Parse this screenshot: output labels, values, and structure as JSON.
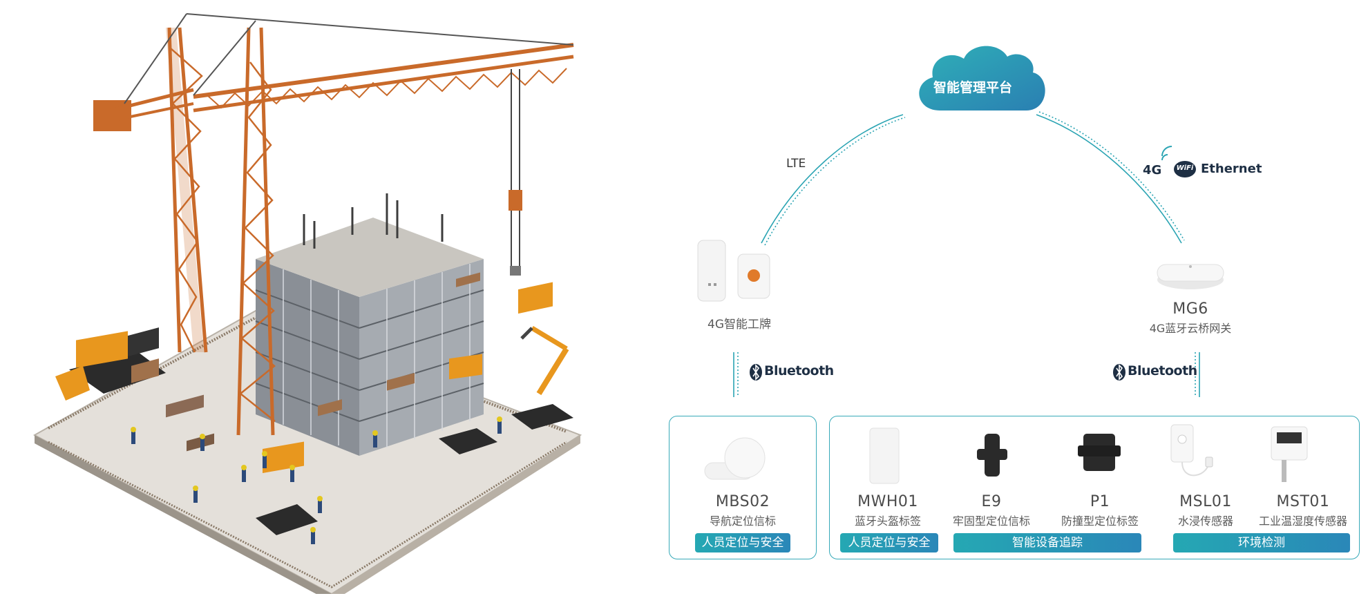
{
  "platform": {
    "label": "智能管理平台"
  },
  "links": {
    "left_protocol": "LTE",
    "right_4g": "4G",
    "right_wifi": "WiFi",
    "right_ethernet": "Ethernet",
    "bluetooth_left": "Bluetooth",
    "bluetooth_right": "Bluetooth"
  },
  "gateways": [
    {
      "model": "",
      "desc": "4G智能工牌"
    },
    {
      "model": "MG6",
      "desc": "4G蓝牙云桥网关"
    }
  ],
  "devices": [
    {
      "model": "MBS02",
      "desc": "导航定位信标"
    },
    {
      "model": "MWH01",
      "desc": "蓝牙头盔标签"
    },
    {
      "model": "E9",
      "desc": "牢固型定位信标"
    },
    {
      "model": "P1",
      "desc": "防撞型定位标签"
    },
    {
      "model": "MSL01",
      "desc": "水浸传感器"
    },
    {
      "model": "MST01",
      "desc": "工业温湿度传感器"
    }
  ],
  "tags": [
    "人员定位与安全",
    "人员定位与安全",
    "智能设备追踪",
    "环境检测"
  ],
  "colors": {
    "accent": "#2aa4b3",
    "accent_dark": "#2a87b8",
    "crane": "#c96a2a",
    "excavator": "#e8971e"
  }
}
